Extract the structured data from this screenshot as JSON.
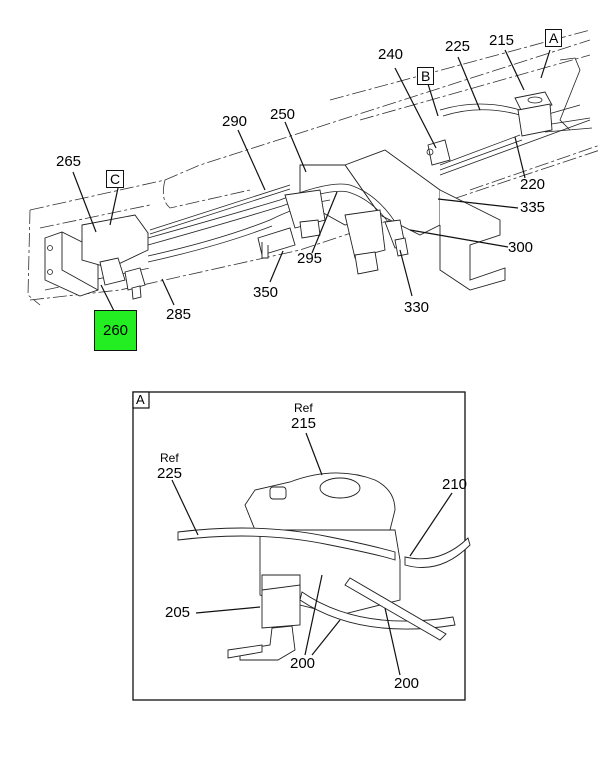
{
  "main_view": {
    "callouts": {
      "c215": "215",
      "c225": "225",
      "c240": "240",
      "c250": "250",
      "c290": "290",
      "c265": "265",
      "c220": "220",
      "c335": "335",
      "c300": "300",
      "c295": "295",
      "c330": "330",
      "c350": "350",
      "c285": "285",
      "c260": "260"
    },
    "view_markers": {
      "a": "A",
      "b": "B",
      "c": "C"
    },
    "highlight": {
      "part": "260",
      "color": "#22ee22"
    }
  },
  "detail_a": {
    "title": "A",
    "callouts": {
      "ref215_ref": "Ref",
      "ref215_num": "215",
      "ref225_ref": "Ref",
      "ref225_num": "225",
      "c210": "210",
      "c205": "205",
      "c200a": "200",
      "c200b": "200"
    }
  }
}
